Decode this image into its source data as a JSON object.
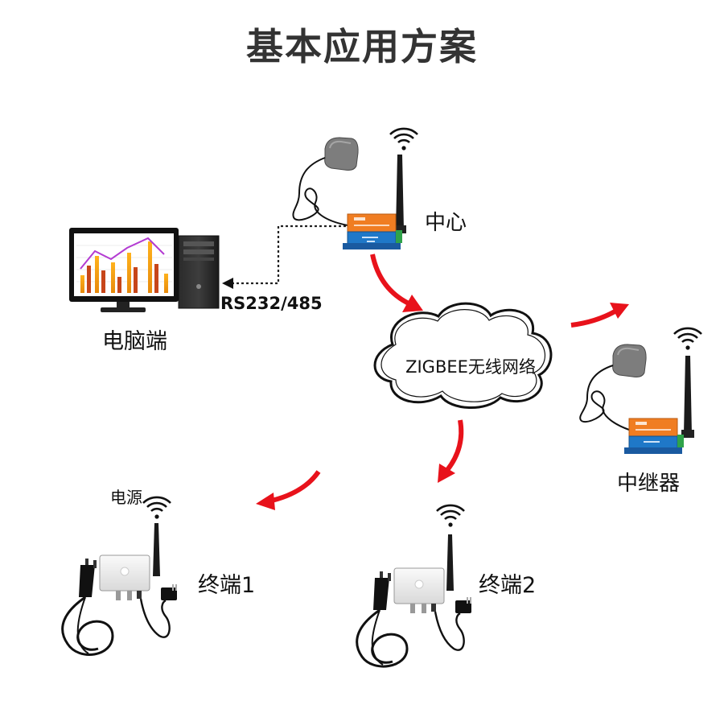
{
  "title": "基本应用方案",
  "labels": {
    "computer": "电脑端",
    "interface": "RS232/485",
    "center": "中心",
    "network": "ZIGBEE无线网络",
    "router": "中继器",
    "power": "电源",
    "terminal1": "终端1",
    "terminal2": "终端2"
  },
  "colors": {
    "arrow": "#e8121b",
    "device_orange": "#f07d22",
    "device_blue": "#1f78c8",
    "terminal_green": "#2e9a3c",
    "dashed_line": "#222222"
  },
  "icons": [
    "wifi-icon",
    "antenna-icon",
    "computer-icon",
    "gateway-icon",
    "cloud-icon",
    "sensor-box-icon",
    "probe-icon",
    "power-adapter-icon",
    "arrow-icon"
  ]
}
